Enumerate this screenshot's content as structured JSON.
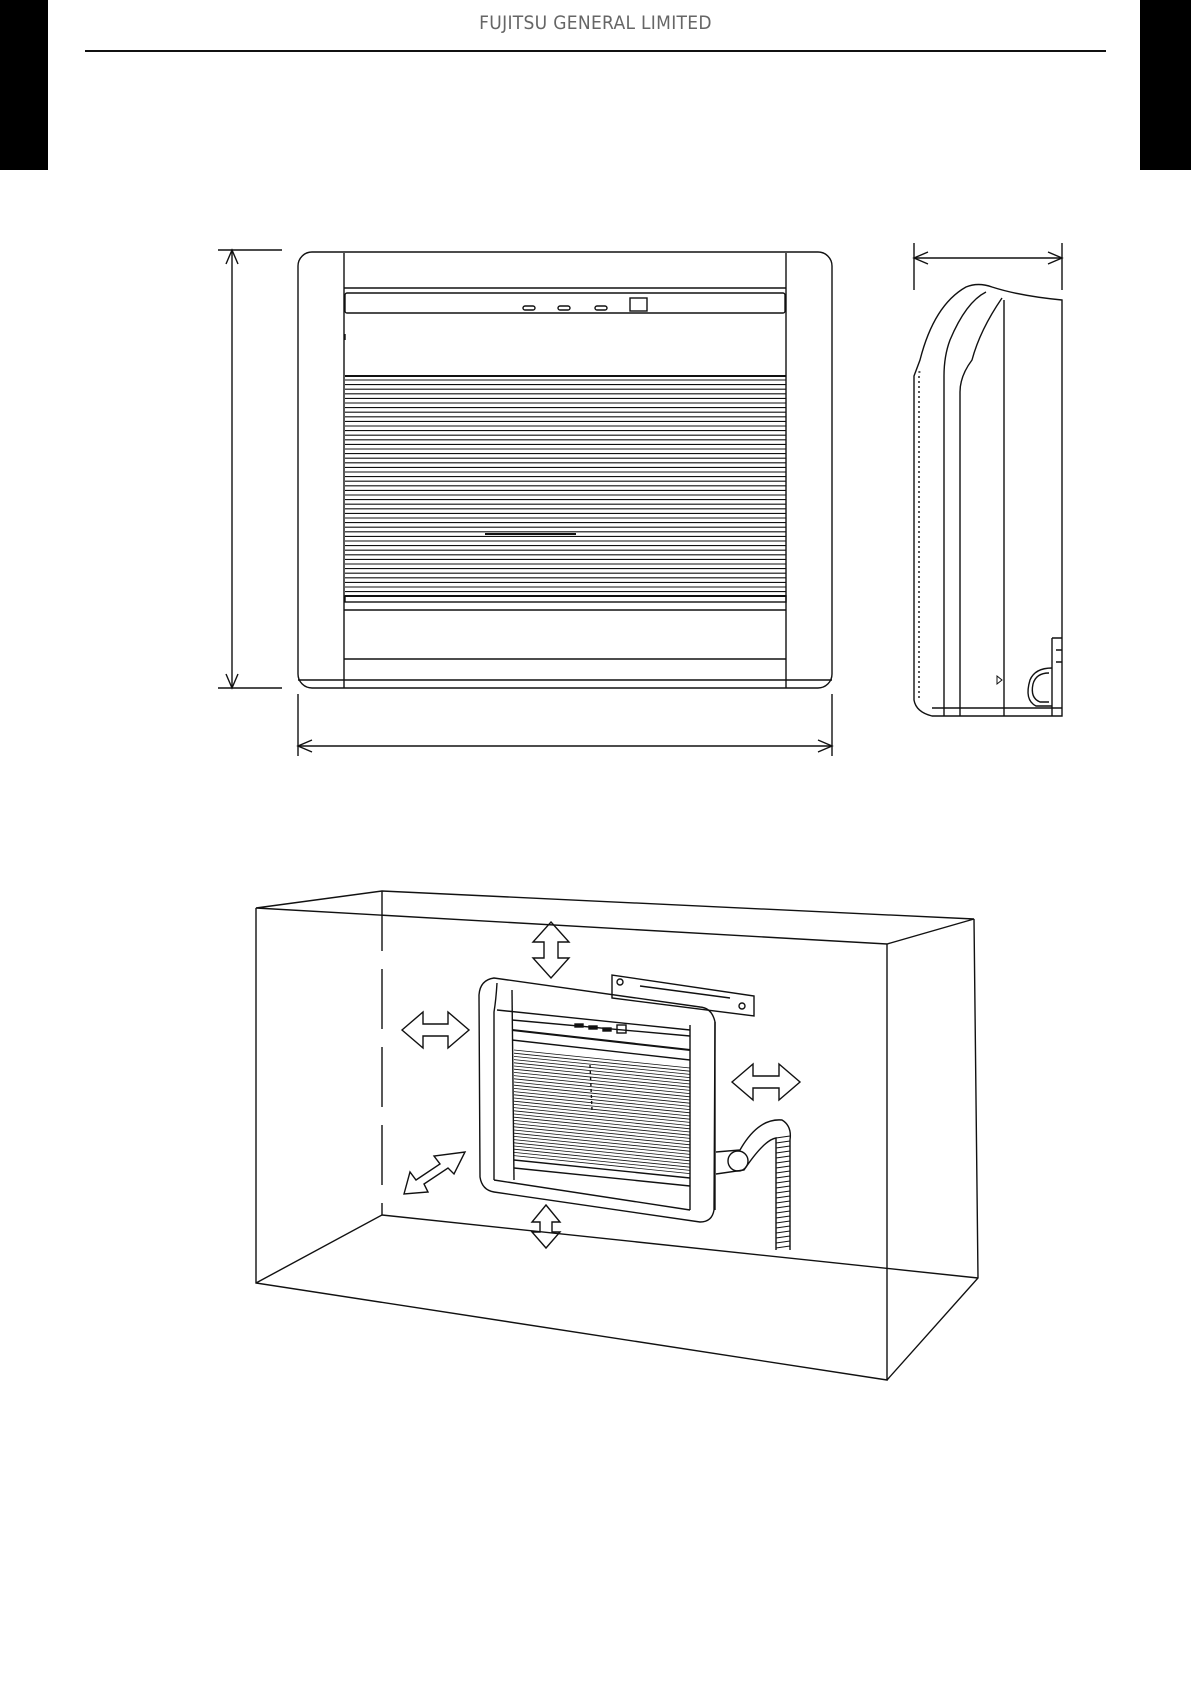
{
  "header": {
    "company_name": "FUJITSU GENERAL LIMITED"
  },
  "figures": {
    "outline_drawing": {
      "views": [
        "front-view",
        "side-view"
      ]
    },
    "installation_space": {
      "clearance_arrows": [
        "top",
        "left",
        "right",
        "bottom",
        "front"
      ]
    }
  },
  "colors": {
    "line": "#111111",
    "header_text": "#666666",
    "edge_tab": "#000000"
  }
}
